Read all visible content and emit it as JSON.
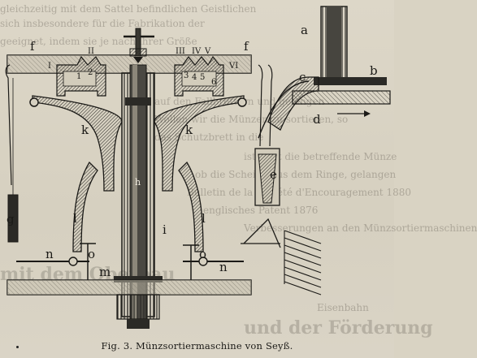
{
  "figure": {
    "caption": "Fig. 3.   Münzsortiermaschine von Seyß.",
    "labels": {
      "a": "a",
      "b": "b",
      "c": "c",
      "d": "d",
      "e": "e",
      "f_left": "f",
      "f_right": "f",
      "g": "g",
      "h": "h",
      "i": "i",
      "k_left": "k",
      "k_right": "k",
      "l_left": "l",
      "l_right": "l",
      "m": "m",
      "n_left": "n",
      "n_right": "n",
      "o_left": "o",
      "o_right": "o",
      "roman_ii": "II",
      "roman_iii": "III",
      "roman_iv": "IV",
      "roman_v": "V",
      "roman_vi": "VI",
      "roman_i": "I",
      "n1": "1",
      "n2": "2",
      "n3": "3",
      "n4": "4",
      "n5": "5",
      "n6": "6"
    }
  },
  "background_text": {
    "lines": [
      "gleichzeitig mit dem Sattel befindlichen Geistlichen",
      "sich insbesondere für die Fabrikation der",
      "geeignet, indem sie je nach ihrer Größe",
      "auf den Fallbrettern und gelangen",
      "Wollen wir die Münzen zu sortieren, so",
      "das Schutzbrett in die",
      "ist, fällt die betreffende Münze",
      "ob die Scheibe aus dem Ringe, gelangen",
      "Bulletin de la Société d'Encouragement 1880",
      "englisches Patent 1876",
      "Verbesserungen an den Münzsortiermaschinen",
      "mit dem Oberbau",
      "Eisenbahn",
      "und der Förderung"
    ]
  }
}
